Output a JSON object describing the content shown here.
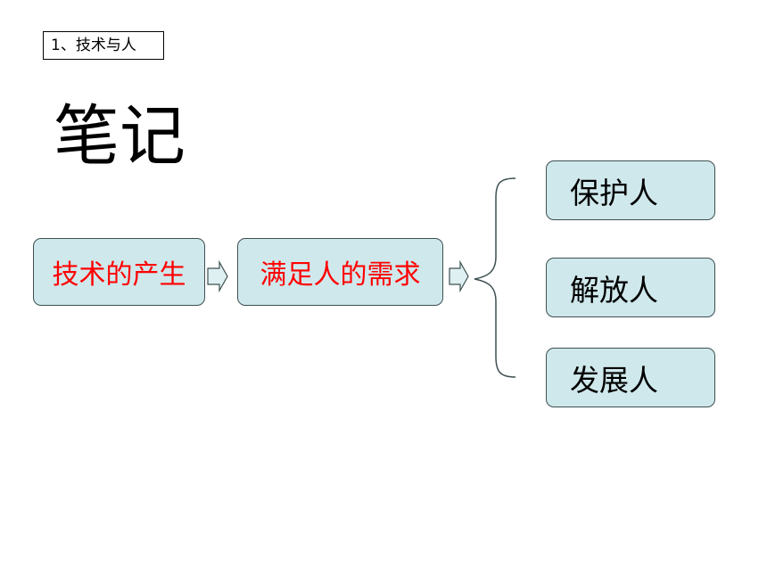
{
  "header": {
    "section_label": "1、技术与人"
  },
  "title": "笔记",
  "flow": {
    "origin": "技术的产生",
    "need": "满足人的需求",
    "outcomes": [
      "保护人",
      "解放人",
      "发展人"
    ]
  },
  "colors": {
    "node_fill": "#cfe8ec",
    "node_border": "#3e4f52",
    "highlight_text": "#ff0000",
    "arrow_fill": "#dff0f2"
  }
}
